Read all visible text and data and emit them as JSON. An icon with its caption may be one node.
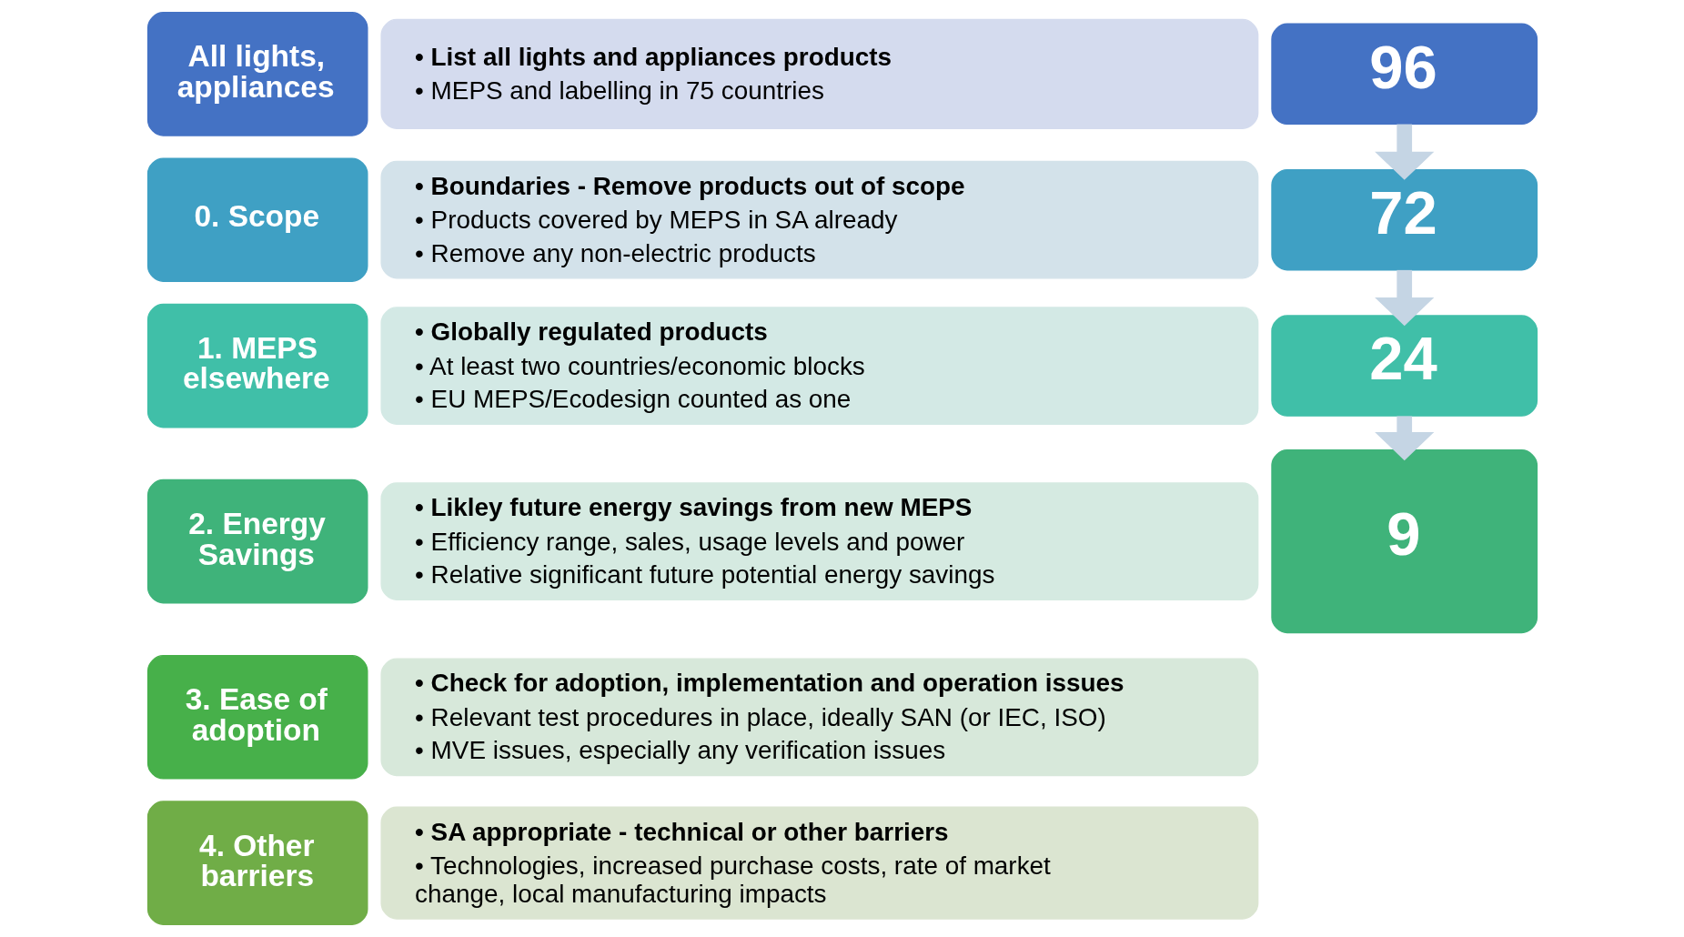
{
  "diagram": {
    "nodes": [
      {
        "text": [
          "All lights, appliances"
        ]
      },
      {
        "text": [
          "• List all lights and appliances products",
          "• MEPS and labelling in 75 countries"
        ]
      },
      {
        "text": [
          "96"
        ]
      },
      {
        "text": [
          "0. Scope"
        ]
      },
      {
        "text": [
          "• Boundaries - Remove products out of scope",
          "• Products covered by MEPS in SA already",
          "• Remove any non-electric products"
        ]
      },
      {
        "text": [
          "72"
        ]
      },
      {
        "text": [
          "1. MEPS elsewhere"
        ]
      },
      {
        "text": [
          "• Globally regulated products",
          "• At least two countries/economic blocks",
          "• EU MEPS/Ecodesign counted as one"
        ]
      },
      {
        "text": [
          "24"
        ]
      },
      {
        "text": [
          "2. Energy Savings"
        ]
      },
      {
        "text": [
          "• Likley future energy savings from new MEPS",
          "• Efficiency range, sales, usage levels and power",
          "• Relative significant future potential energy savings"
        ]
      },
      {
        "text": [
          "9"
        ]
      },
      {
        "text": [
          "3. Ease of adoption"
        ]
      },
      {
        "text": [
          "• Check for adoption, implementation and operation issues",
          "• Relevant test procedures in place, ideally SAN (or IEC, ISO)",
          "• MVE issues, especially any verification issues"
        ]
      },
      {
        "text": [
          "4. Other barriers"
        ]
      },
      {
        "text": [
          "• SA appropriate - technical or other barriers",
          "• Technologies, increased purchase costs, rate of market change, local manufacturing impacts"
        ]
      }
    ],
    "edges": [
      {
        "from": 2,
        "to": 5,
        "arrow": "to"
      },
      {
        "from": 5,
        "to": 8,
        "arrow": "to"
      },
      {
        "from": 8,
        "to": 11,
        "arrow": "to"
      }
    ]
  }
}
